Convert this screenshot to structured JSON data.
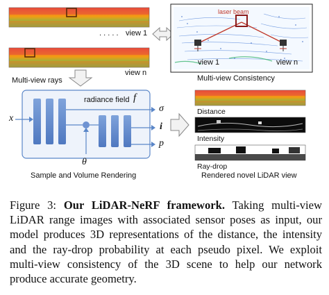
{
  "figure": {
    "views": {
      "view1_label": "view 1",
      "ellipsis": ". . . . .",
      "viewn_label": "view n",
      "rays_label": "Multi-view rays"
    },
    "consistency": {
      "laser_beam": "laser beam",
      "view1": "view 1",
      "viewn": "view n",
      "title": "Multi-view Consistency"
    },
    "network": {
      "x": "x",
      "radiance_field": "radiance field",
      "f": "f",
      "sigma": "σ",
      "i": "i",
      "p": "p",
      "theta": "θ",
      "title": "Sample and Volume Rendering"
    },
    "outputs": {
      "distance": "Distance",
      "intensity": "Intensity",
      "raydrop": "Ray-drop",
      "title": "Rendered novel LiDAR view"
    },
    "colors": {
      "accent_blue": "#5a86c8",
      "net_bg": "#eef3fb",
      "red_box": "#c0392b"
    }
  },
  "caption": {
    "label": "Figure 3: ",
    "bold": "Our LiDAR-NeRF framework.",
    "text": " Taking multi-view LiDAR range images with associated sensor poses as input, our model produces 3D representations of the distance, the intensity and the ray-drop probability at each pseudo pixel. We exploit multi-view consistency of the 3D scene to help our network produce accurate geometry."
  }
}
